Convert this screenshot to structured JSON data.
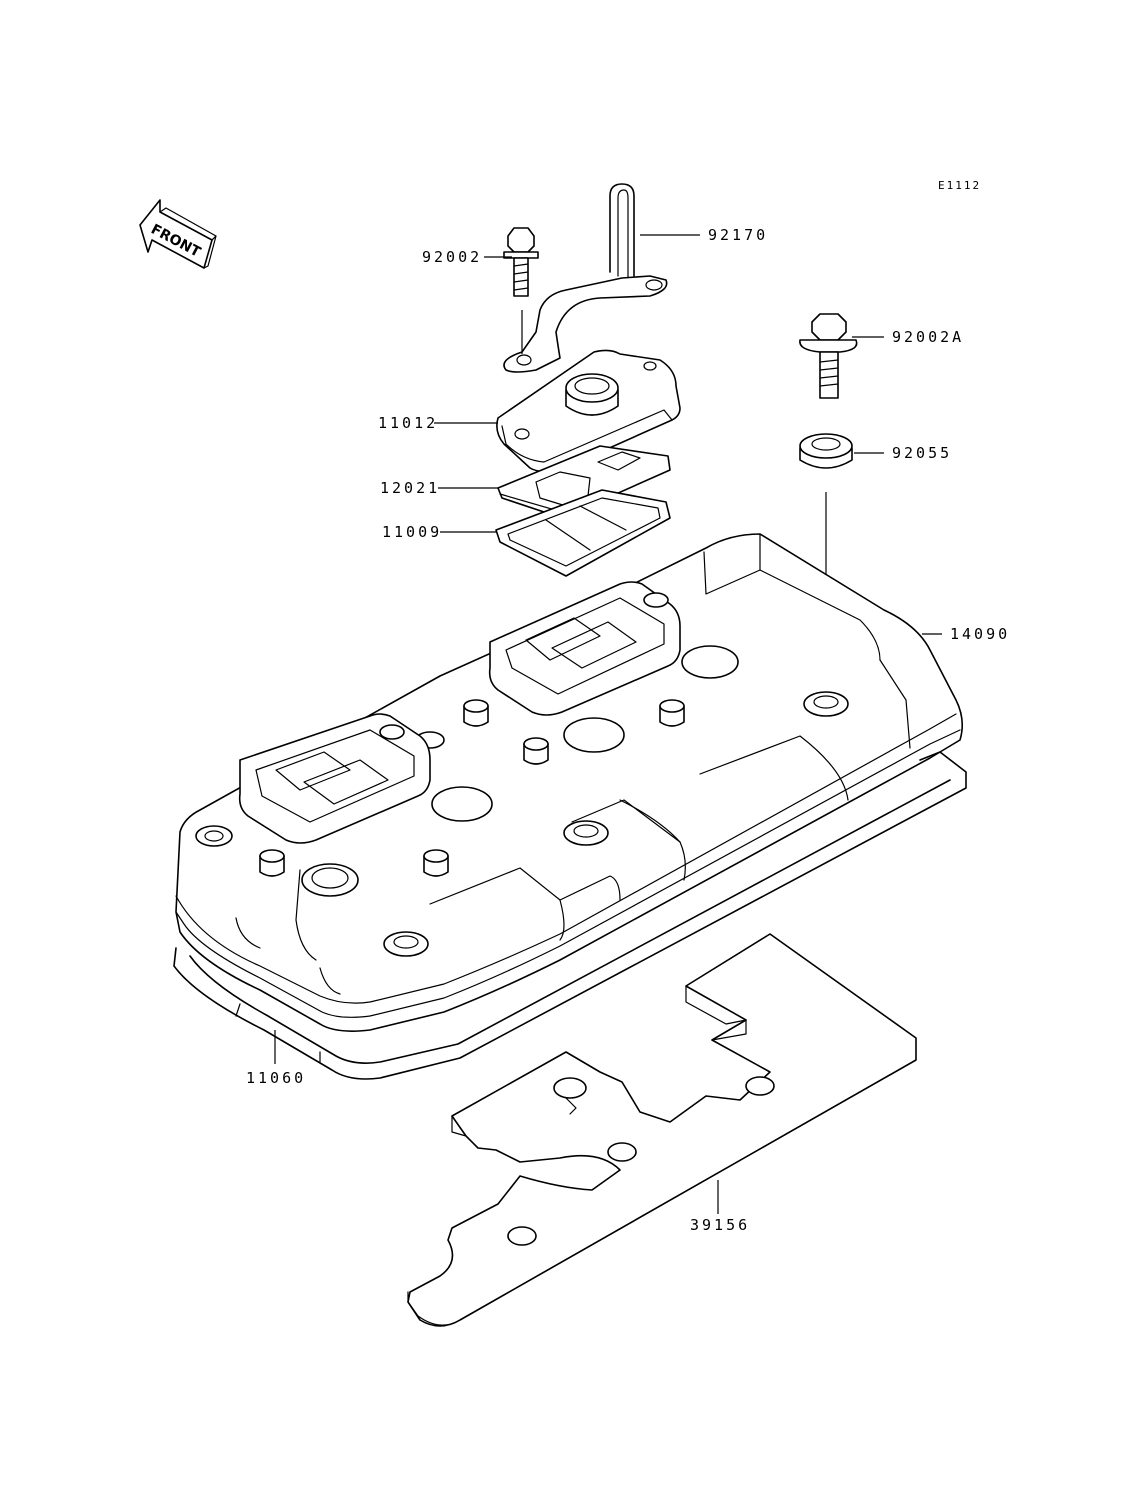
{
  "diagram": {
    "code": "E1112",
    "front_label": "FRONT",
    "parts": [
      {
        "id": "92170",
        "label": "92170"
      },
      {
        "id": "92002",
        "label": "92002"
      },
      {
        "id": "92002A",
        "label": "92002A"
      },
      {
        "id": "11012",
        "label": "11012"
      },
      {
        "id": "92055",
        "label": "92055"
      },
      {
        "id": "12021",
        "label": "12021"
      },
      {
        "id": "11009",
        "label": "11009"
      },
      {
        "id": "14090",
        "label": "14090"
      },
      {
        "id": "11060",
        "label": "11060"
      },
      {
        "id": "39156",
        "label": "39156"
      }
    ]
  }
}
